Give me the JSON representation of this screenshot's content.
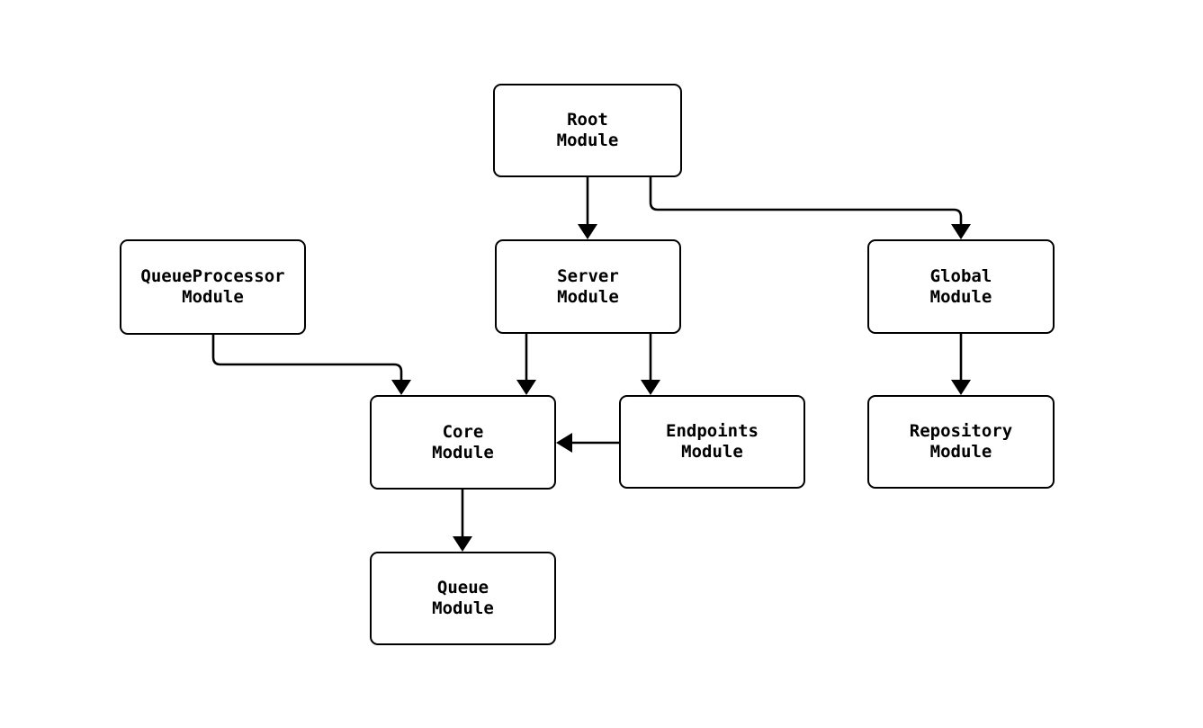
{
  "diagram": {
    "type": "module-dependency-flowchart",
    "colors": {
      "background": "#ffffff",
      "node_fill": "#ffffff",
      "node_border": "#000000",
      "edge_stroke": "#000000",
      "text": "#000000"
    },
    "nodes": {
      "root": {
        "line1": "Root",
        "line2": "Module"
      },
      "queue_processor": {
        "line1": "QueueProcessor",
        "line2": "Module"
      },
      "server": {
        "line1": "Server",
        "line2": "Module"
      },
      "global": {
        "line1": "Global",
        "line2": "Module"
      },
      "core": {
        "line1": "Core",
        "line2": "Module"
      },
      "endpoints": {
        "line1": "Endpoints",
        "line2": "Module"
      },
      "repository": {
        "line1": "Repository",
        "line2": "Module"
      },
      "queue": {
        "line1": "Queue",
        "line2": "Module"
      }
    },
    "edges": [
      {
        "from": "root",
        "to": "server"
      },
      {
        "from": "root",
        "to": "global"
      },
      {
        "from": "queue_processor",
        "to": "core"
      },
      {
        "from": "server",
        "to": "core"
      },
      {
        "from": "server",
        "to": "endpoints"
      },
      {
        "from": "endpoints",
        "to": "core"
      },
      {
        "from": "core",
        "to": "queue"
      },
      {
        "from": "global",
        "to": "repository"
      }
    ]
  }
}
